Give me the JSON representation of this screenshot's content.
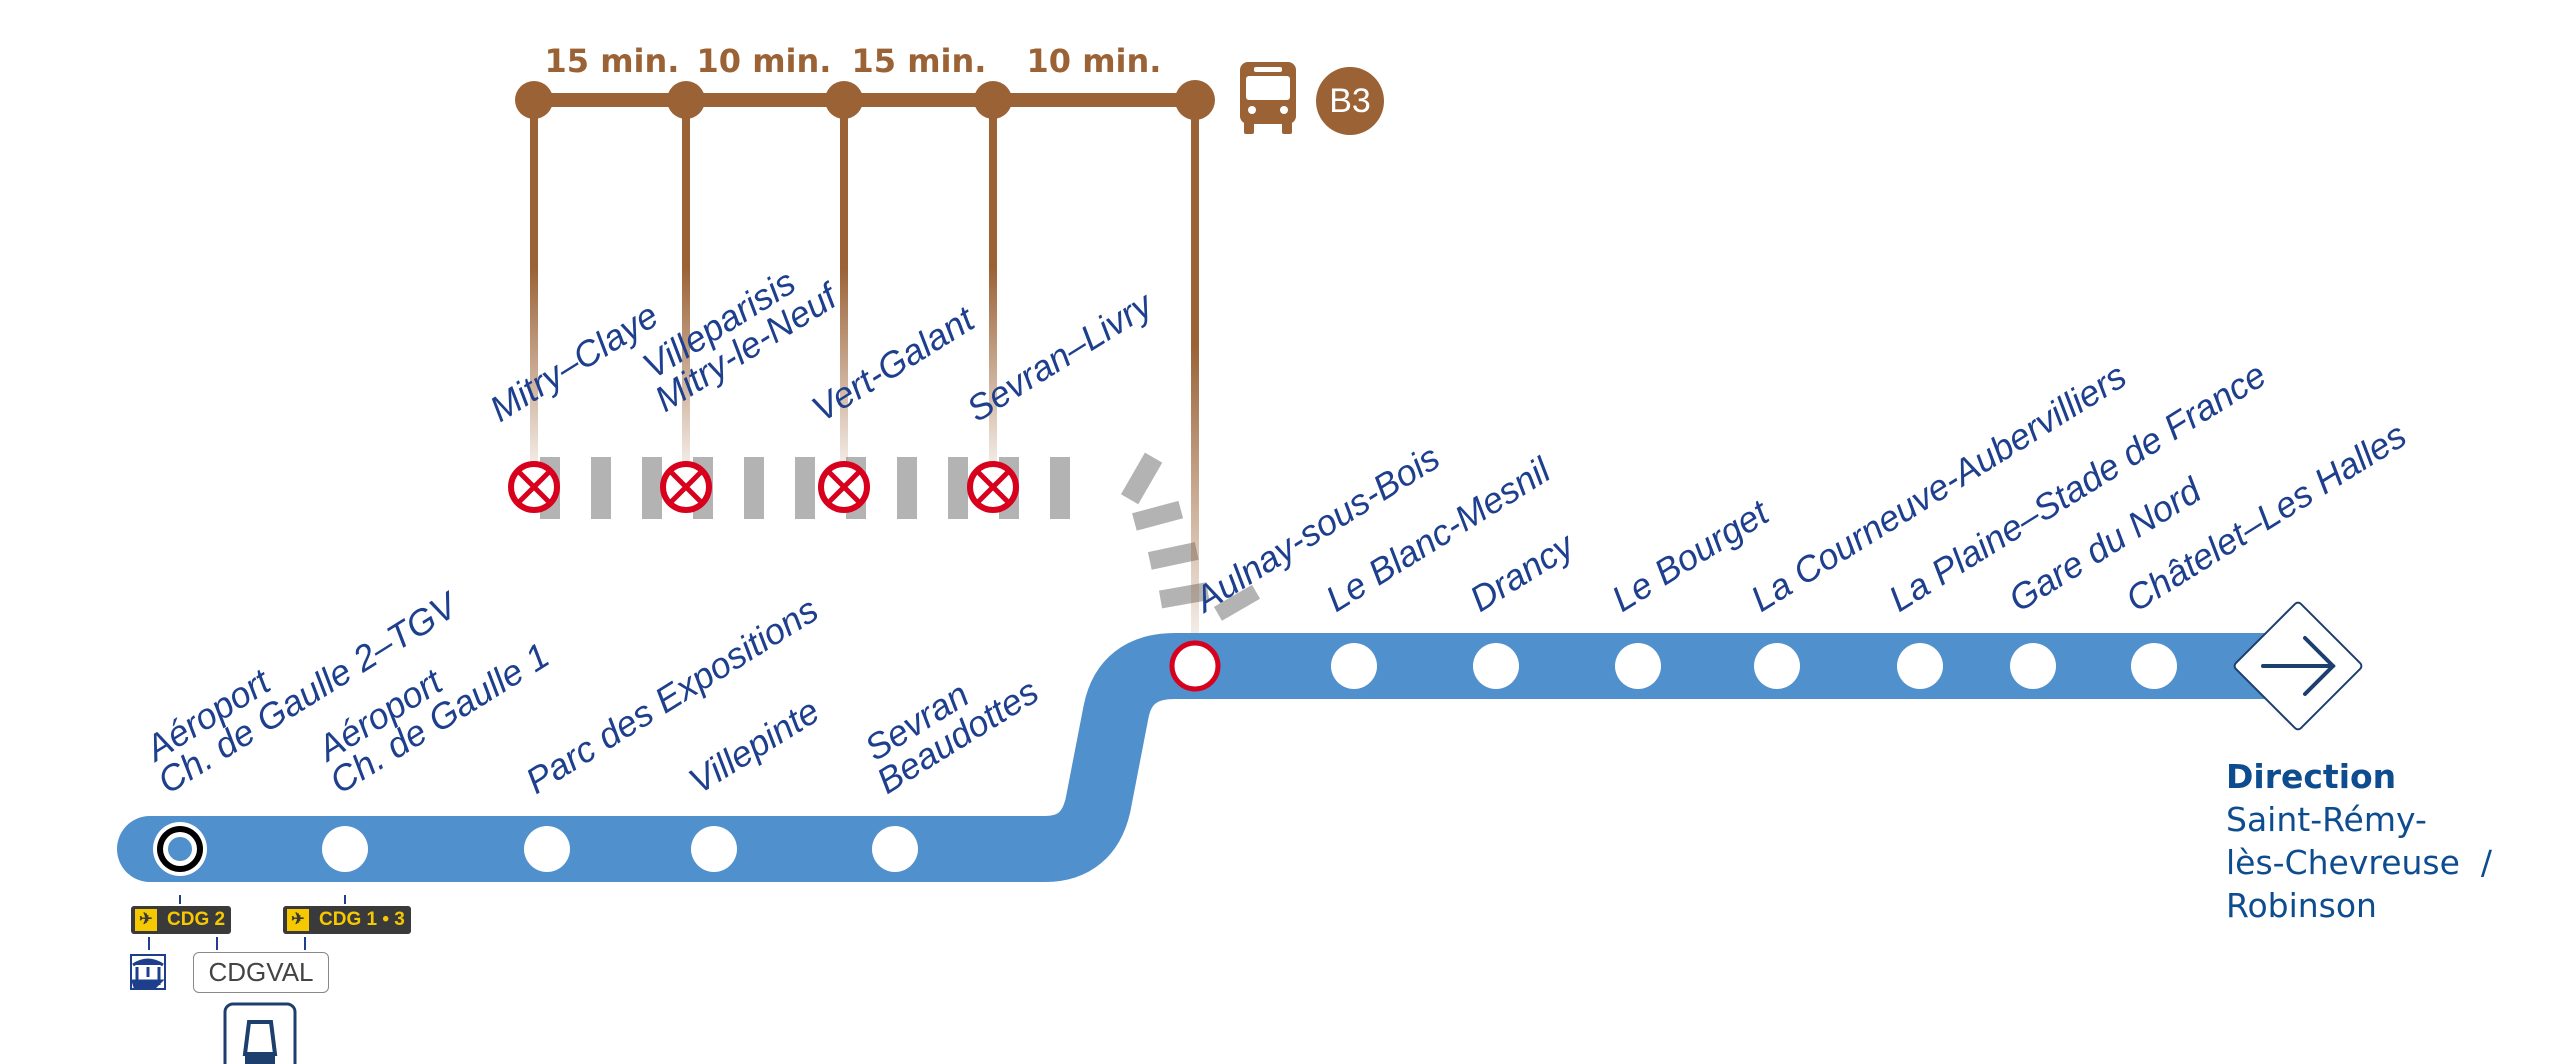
{
  "colors": {
    "rer_line": "#5090cc",
    "bus_line": "#9b6236",
    "station_label": "#1d3f8e",
    "closed_station": "#d7001d",
    "closed_track": "#b3b3b3",
    "airport_badge": "#3a3a3a",
    "airport_badge_text": "#f5c800"
  },
  "bus": {
    "line": "B3",
    "icon": "bus-icon",
    "intervals": [
      "15 min.",
      "10 min.",
      "15 min.",
      "10 min."
    ]
  },
  "closed_stations": [
    {
      "lines": [
        "Mitry–Claye"
      ]
    },
    {
      "lines": [
        "Villeparisis",
        "Mitry-le-Neuf"
      ]
    },
    {
      "lines": [
        "Vert-Galant"
      ]
    },
    {
      "lines": [
        "Sevran–Livry"
      ]
    }
  ],
  "lower_stations": [
    {
      "lines": [
        "Aéroport",
        "Ch. de Gaulle 2–TGV"
      ],
      "terminus": true
    },
    {
      "lines": [
        "Aéroport",
        "Ch. de Gaulle 1"
      ]
    },
    {
      "lines": [
        "Parc des Expositions"
      ]
    },
    {
      "lines": [
        "Villepinte"
      ]
    },
    {
      "lines": [
        "Sevran",
        "Beaudottes"
      ]
    }
  ],
  "upper_stations": [
    {
      "lines": [
        "Aulnay-sous-Bois"
      ],
      "bus_connection": true
    },
    {
      "lines": [
        "Le Blanc-Mesnil"
      ]
    },
    {
      "lines": [
        "Drancy"
      ]
    },
    {
      "lines": [
        "Le Bourget"
      ]
    },
    {
      "lines": [
        "La Courneuve-Aubervilliers"
      ]
    },
    {
      "lines": [
        "La Plaine–Stade de France"
      ]
    },
    {
      "lines": [
        "Gare du Nord"
      ]
    },
    {
      "lines": [
        "Châtelet–Les Halles"
      ]
    }
  ],
  "connections": {
    "cdg2_badge": "CDG 2",
    "cdg13_badge": "CDG 1 • 3",
    "cdgval": "CDGVAL",
    "icons": [
      "plane-icon",
      "tgv-station-icon",
      "automatic-metro-icon"
    ]
  },
  "direction": {
    "heading": "Direction",
    "lines": [
      "Saint-Rémy-",
      "lès-Chevreuse  /",
      "Robinson"
    ],
    "icon": "arrow-right-icon"
  }
}
